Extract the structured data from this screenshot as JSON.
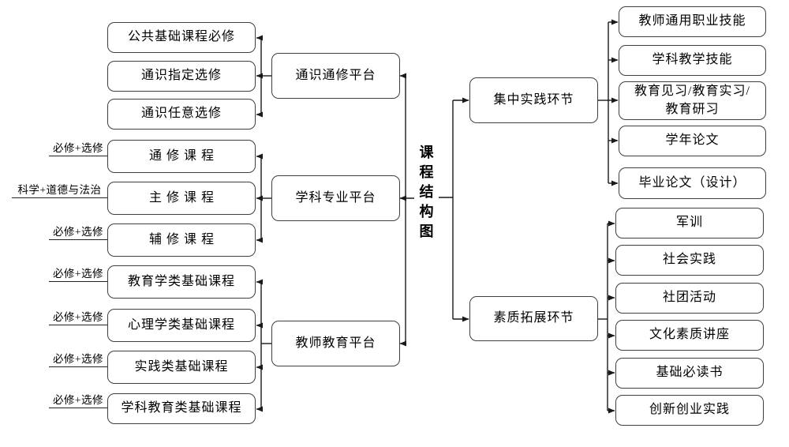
{
  "diagram_title": "课程结构图",
  "colors": {
    "background": "#ffffff",
    "box_border": "#3f3f3f",
    "line": "#1a1a1a",
    "text": "#000000"
  },
  "left": {
    "groups": [
      {
        "platform": "通识通修平台",
        "children": [
          {
            "label": "公共基础课程必修"
          },
          {
            "label": "通识指定选修"
          },
          {
            "label": "通识任意选修"
          }
        ]
      },
      {
        "platform": "学科专业平台",
        "children": [
          {
            "label": "通修课程",
            "side_label": "必修+选修"
          },
          {
            "label": "主修课程",
            "side_label": "科学+道德与法治"
          },
          {
            "label": "辅修课程",
            "side_label": "必修+选修"
          }
        ]
      },
      {
        "platform": "教师教育平台",
        "children": [
          {
            "label": "教育学类基础课程",
            "side_label": "必修+选修"
          },
          {
            "label": "心理学类基础课程",
            "side_label": "必修+选修"
          },
          {
            "label": "实践类基础课程",
            "side_label": "必修+选修"
          },
          {
            "label": "学科教育类基础课程",
            "side_label": "必修+选修"
          }
        ]
      }
    ]
  },
  "right": {
    "groups": [
      {
        "parent": "集中实践环节",
        "children": [
          "教师通用职业技能",
          "学科教学技能",
          "教育见习/教育实习/教育研习",
          "学年论文",
          "毕业论文（设计）"
        ]
      },
      {
        "parent": "素质拓展环节",
        "children": [
          "军训",
          "社会实践",
          "社团活动",
          "文化素质讲座",
          "基础必读书",
          "创新创业实践"
        ]
      }
    ]
  }
}
